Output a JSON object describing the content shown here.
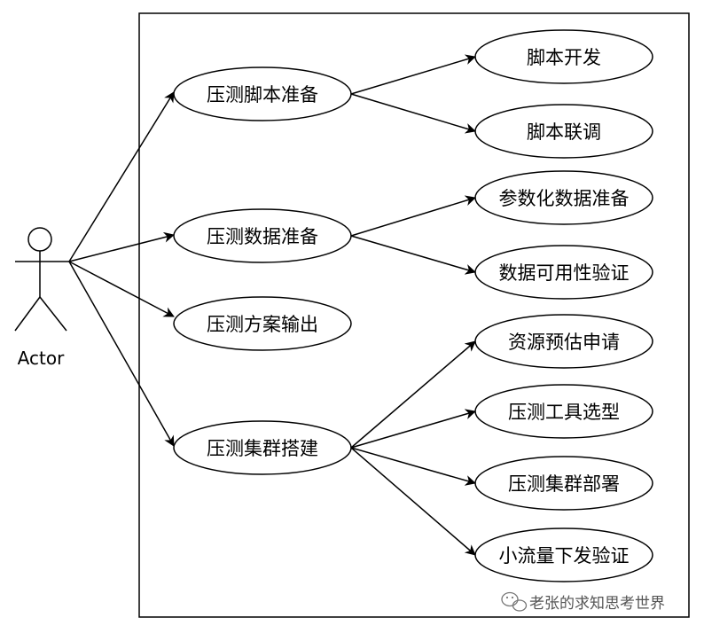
{
  "actor": {
    "label": "Actor"
  },
  "use_cases": [
    {
      "id": "uc1",
      "label": "压测脚本准备"
    },
    {
      "id": "uc2",
      "label": "压测数据准备"
    },
    {
      "id": "uc3",
      "label": "压测方案输出"
    },
    {
      "id": "uc4",
      "label": "压测集群搭建"
    }
  ],
  "sub_cases": [
    {
      "id": "s1",
      "parent": "uc1",
      "label": "脚本开发"
    },
    {
      "id": "s2",
      "parent": "uc1",
      "label": "脚本联调"
    },
    {
      "id": "s3",
      "parent": "uc2",
      "label": "参数化数据准备"
    },
    {
      "id": "s4",
      "parent": "uc2",
      "label": "数据可用性验证"
    },
    {
      "id": "s5",
      "parent": "uc4",
      "label": "资源预估申请"
    },
    {
      "id": "s6",
      "parent": "uc4",
      "label": "压测工具选型"
    },
    {
      "id": "s7",
      "parent": "uc4",
      "label": "压测集群部署"
    },
    {
      "id": "s8",
      "parent": "uc4",
      "label": "小流量下发验证"
    }
  ],
  "watermark": {
    "text": "老张的求知思考世界",
    "icon": "wechat-icon"
  }
}
